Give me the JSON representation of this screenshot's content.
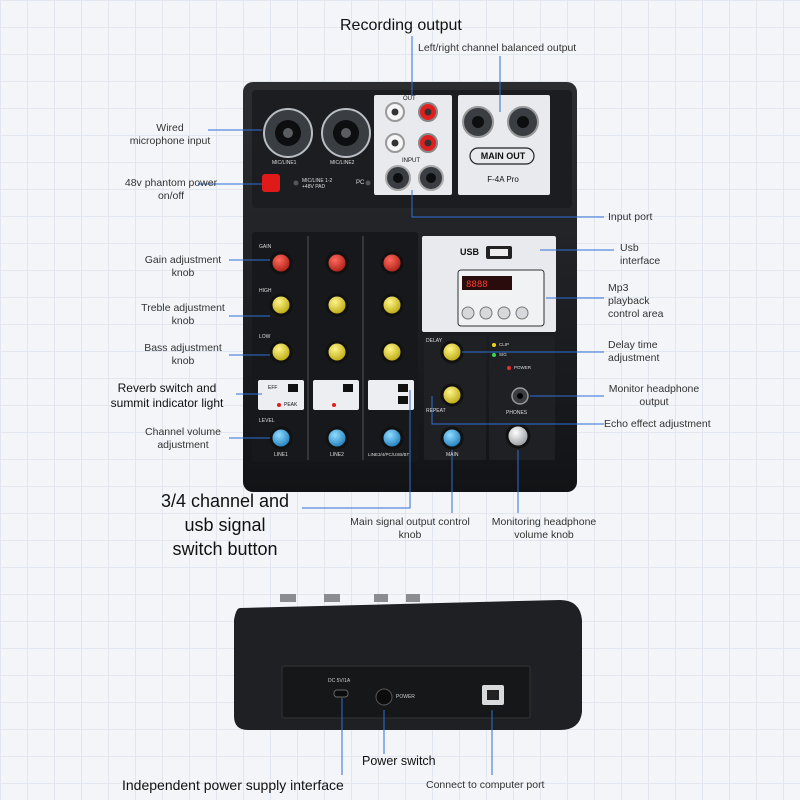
{
  "labels": {
    "recording_output": "Recording output",
    "lr_balanced_output": "Left/right channel balanced output",
    "wired_mic_input": "Wired\nmicrophone input",
    "phantom_power": "48v phantom power\non/off",
    "input_port": "Input port",
    "usb_interface": "Usb\ninterface",
    "gain_knob": "Gain adjustment\nknob",
    "mp3_area": "Mp3\nplayback\ncontrol area",
    "treble_knob": "Treble adjustment\nknob",
    "bass_knob": "Bass adjustment\nknob",
    "delay_time": "Delay time\nadjustment",
    "reverb_switch": "Reverb switch and\nsummit indicator light",
    "monitor_headphone_output": "Monitor headphone\noutput",
    "echo_effect": "Echo effect adjustment",
    "channel_volume": "Channel volume\nadjustment",
    "ch34_switch": "3/4 channel and\nusb signal\nswitch button",
    "main_output_knob": "Main signal output control\nknob",
    "monitoring_volume_knob": "Monitoring headphone\nvolume knob",
    "power_switch": "Power switch",
    "independent_power": "Independent power supply interface",
    "computer_port": "Connect to computer port"
  },
  "panel": {
    "main_out": "MAIN OUT",
    "model": "F-4A Pro",
    "out": "OUT",
    "input": "INPUT",
    "usb": "USB",
    "mic_line_1": "MIC/LINE1",
    "mic_line_2": "MIC/LINE2",
    "pad": "MIC/LINE 1-2\n+48V PAD",
    "pc": "PC",
    "gain": "GAIN",
    "high": "HIGH",
    "low": "LOW",
    "level": "LEVEL",
    "eff": "EFF",
    "peak": "PEAK",
    "line1": "LINE1",
    "line2": "LINE2",
    "line34": "LINE3/4/PC/USB/BT",
    "main": "MAIN",
    "delay": "DELAY",
    "repeat": "REPEAT",
    "phones": "PHONES",
    "power": "POWER",
    "clip": "CLIP",
    "sig": "SIG",
    "dc": "DC 5V/1A",
    "power_rear": "POWER"
  }
}
